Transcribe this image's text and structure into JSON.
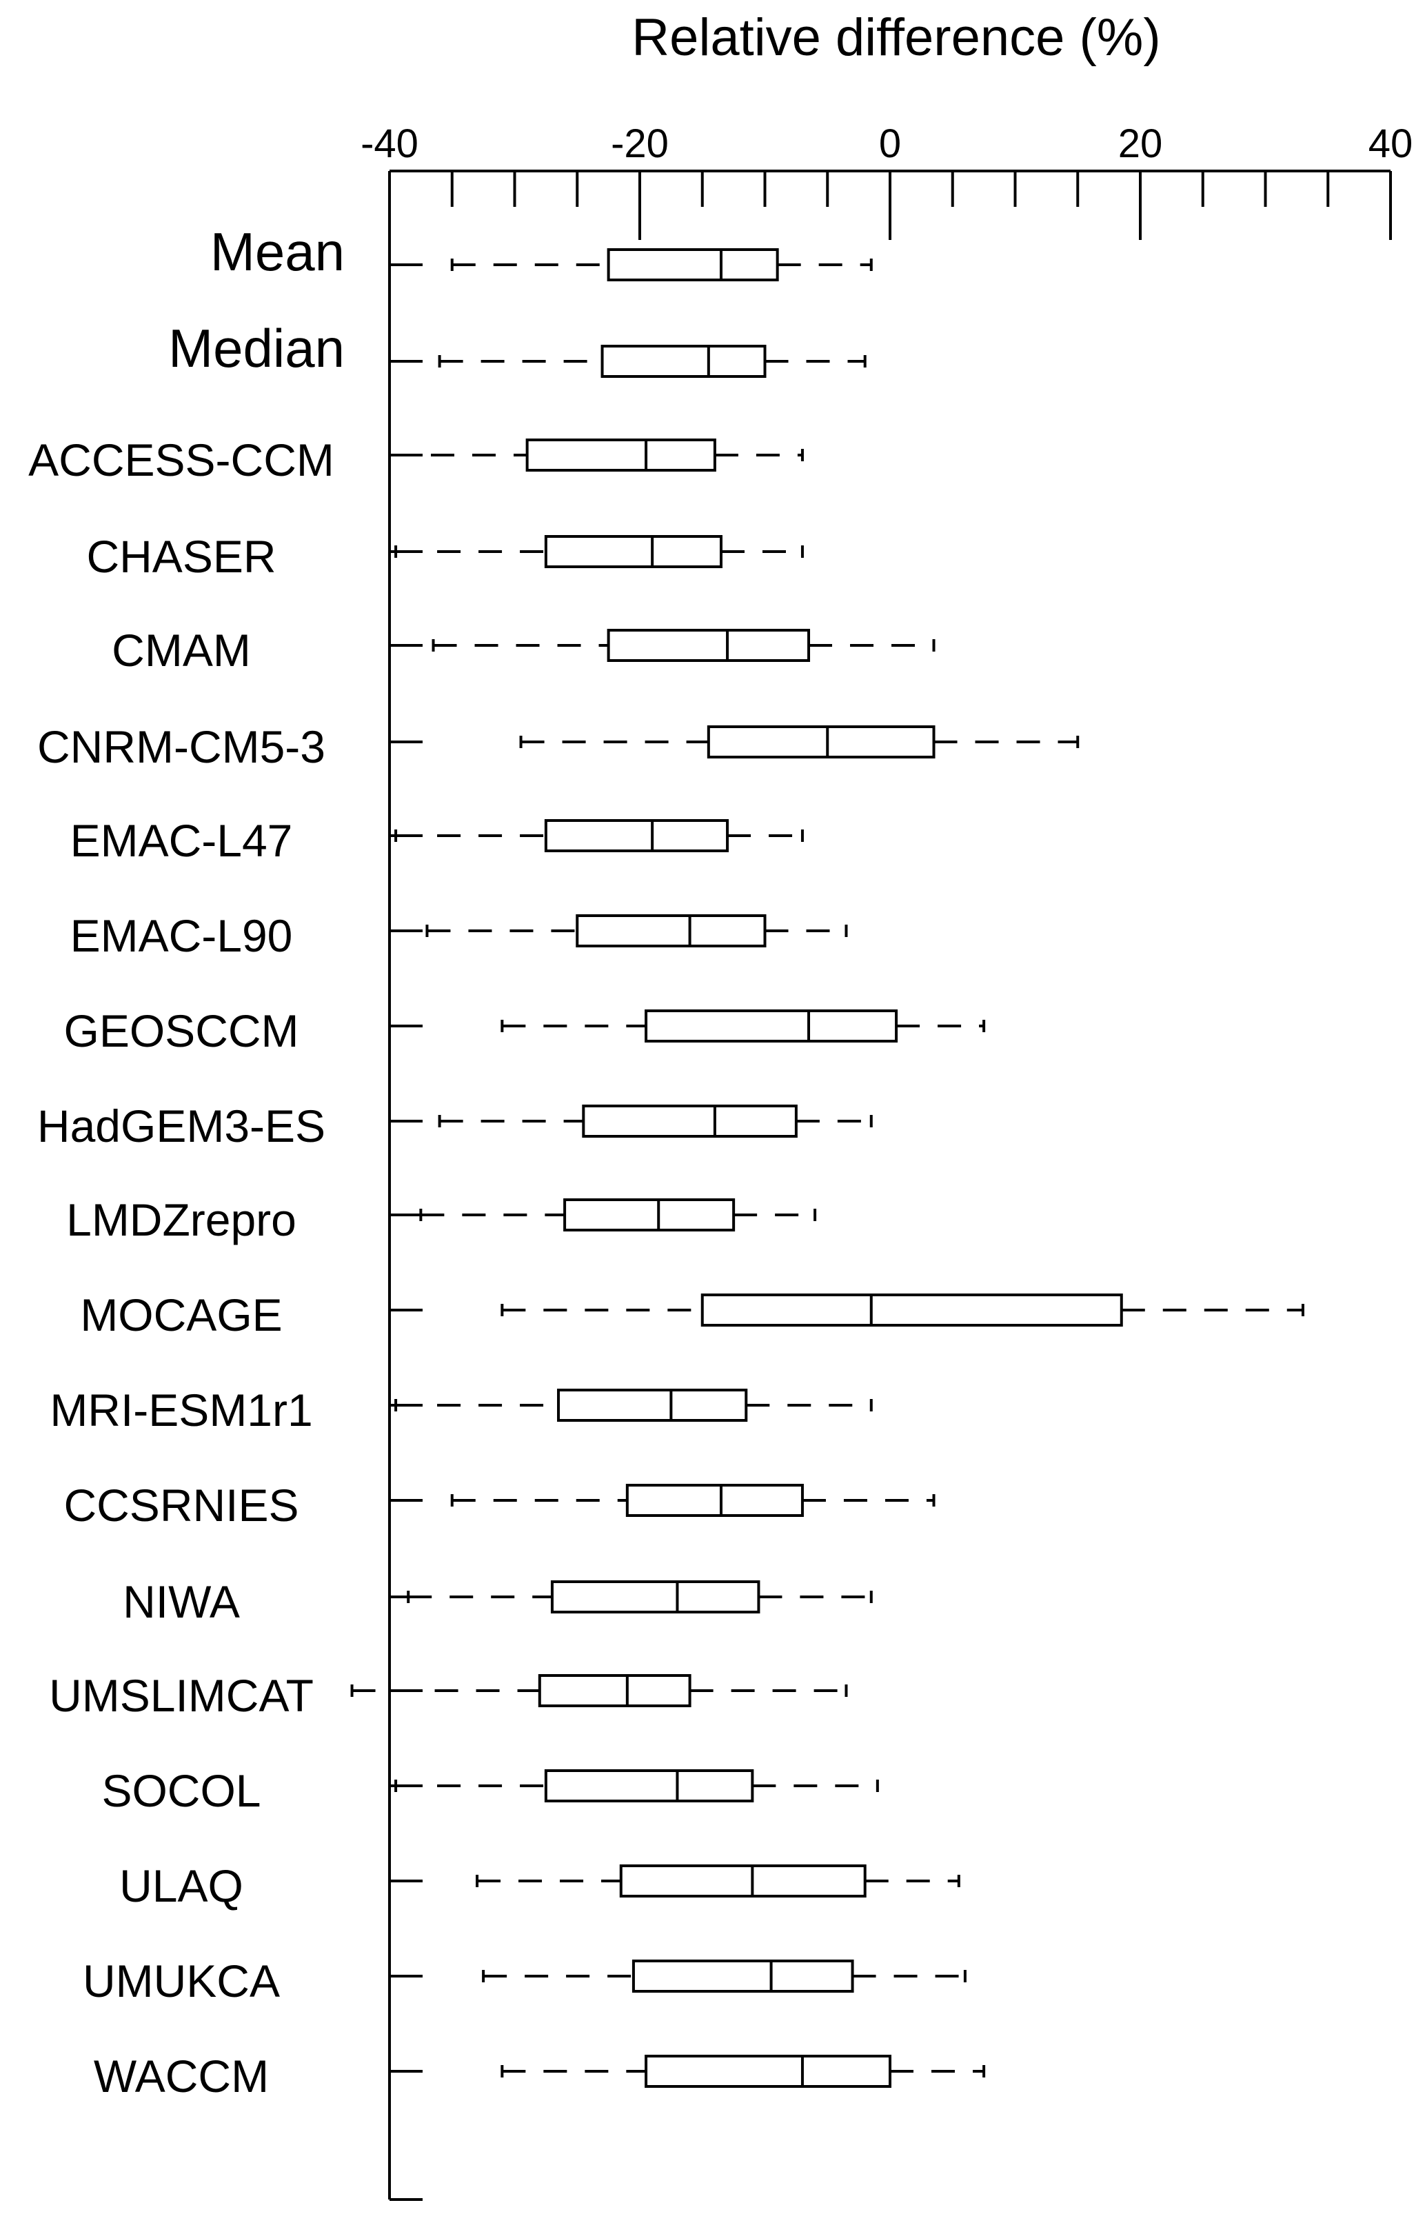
{
  "chart_data": {
    "type": "box",
    "orientation": "horizontal",
    "title": "",
    "xlabel": "Relative difference (%)",
    "ylabel": "",
    "xlim": [
      -40,
      40
    ],
    "xticks": [
      "-40",
      "-20",
      "0",
      "20",
      "40"
    ],
    "grid": false,
    "legend": "none",
    "series": [
      {
        "label": "Mean",
        "min": -35.0,
        "q1": -22.5,
        "median": -13.5,
        "q3": -9.0,
        "max": -1.5
      },
      {
        "label": "Median",
        "min": -36.0,
        "q1": -23.0,
        "median": -14.5,
        "q3": -10.0,
        "max": -2.0
      },
      {
        "label": "ACCESS-CCM",
        "min": -40.0,
        "q1": -29.0,
        "median": -19.5,
        "q3": -14.0,
        "max": -7.0
      },
      {
        "label": "CHASER",
        "min": -39.5,
        "q1": -27.5,
        "median": -19.0,
        "q3": -13.5,
        "max": -7.0
      },
      {
        "label": "CMAM",
        "min": -36.5,
        "q1": -22.5,
        "median": -13.0,
        "q3": -6.5,
        "max": 3.5
      },
      {
        "label": "CNRM-CM5-3",
        "min": -29.5,
        "q1": -14.5,
        "median": -5.0,
        "q3": 3.5,
        "max": 15.0
      },
      {
        "label": "EMAC-L47",
        "min": -39.5,
        "q1": -27.5,
        "median": -19.0,
        "q3": -13.0,
        "max": -7.0
      },
      {
        "label": "EMAC-L90",
        "min": -37.0,
        "q1": -25.0,
        "median": -16.0,
        "q3": -10.0,
        "max": -3.5
      },
      {
        "label": "GEOSCCM",
        "min": -31.0,
        "q1": -19.5,
        "median": -6.5,
        "q3": 0.5,
        "max": 7.5
      },
      {
        "label": "HadGEM3-ES",
        "min": -36.0,
        "q1": -24.5,
        "median": -14.0,
        "q3": -7.5,
        "max": -1.5
      },
      {
        "label": "LMDZrepro",
        "min": -37.5,
        "q1": -26.0,
        "median": -18.5,
        "q3": -12.5,
        "max": -6.0
      },
      {
        "label": "MOCAGE",
        "min": -31.0,
        "q1": -15.0,
        "median": -1.5,
        "q3": 18.5,
        "max": 33.0
      },
      {
        "label": "MRI-ESM1r1",
        "min": -39.5,
        "q1": -26.5,
        "median": -17.5,
        "q3": -11.5,
        "max": -1.5
      },
      {
        "label": "CCSRNIES",
        "min": -35.0,
        "q1": -21.0,
        "median": -13.5,
        "q3": -7.0,
        "max": 3.5
      },
      {
        "label": "NIWA",
        "min": -38.5,
        "q1": -27.0,
        "median": -17.0,
        "q3": -10.5,
        "max": -1.5
      },
      {
        "label": "UMSLIMCAT",
        "min": -43.0,
        "q1": -28.0,
        "median": -21.0,
        "q3": -16.0,
        "max": -3.5
      },
      {
        "label": "SOCOL",
        "min": -39.5,
        "q1": -27.5,
        "median": -17.0,
        "q3": -11.0,
        "max": -1.0
      },
      {
        "label": "ULAQ",
        "min": -33.0,
        "q1": -21.5,
        "median": -11.0,
        "q3": -2.0,
        "max": 5.5
      },
      {
        "label": "UMUKCA",
        "min": -32.5,
        "q1": -20.5,
        "median": -9.5,
        "q3": -3.0,
        "max": 6.0
      },
      {
        "label": "WACCM",
        "min": -31.0,
        "q1": -19.5,
        "median": -7.0,
        "q3": 0.0,
        "max": 7.5
      }
    ]
  }
}
